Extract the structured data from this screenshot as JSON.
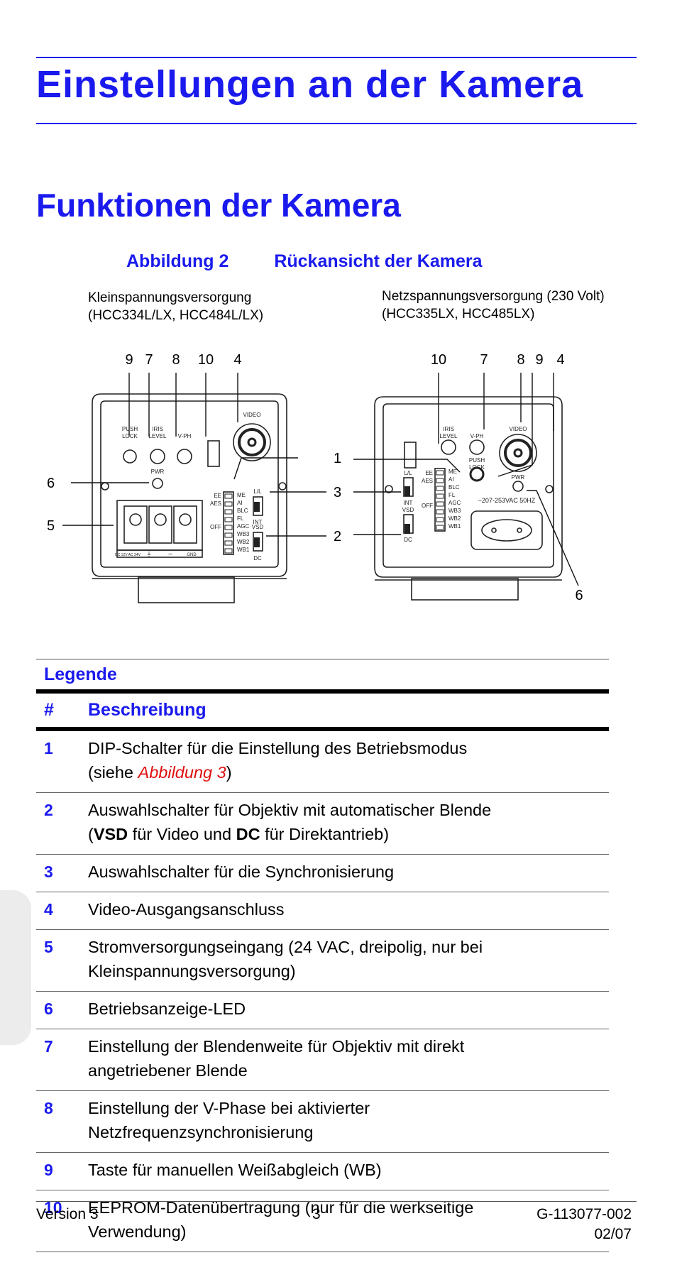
{
  "header": {
    "title": "Einstellungen an der Kamera"
  },
  "section": {
    "title": "Funktionen der Kamera"
  },
  "figure": {
    "number": "Abbildung 2",
    "caption": "Rückansicht der Kamera",
    "left": {
      "label_line1": "Kleinspannungsversorgung",
      "label_line2": "(HCC334L/LX, HCC484L/LX)",
      "callouts": [
        "9",
        "7",
        "8",
        "10",
        "4",
        "6",
        "5",
        "1",
        "3",
        "2"
      ],
      "panel_labels": {
        "push_lock": [
          "PUSH",
          "LOCK"
        ],
        "iris_level": [
          "IRIS",
          "LEVEL"
        ],
        "vph": "V-PH",
        "video": "VIDEO",
        "pwr": "PWR",
        "ee": "EE",
        "aes": "AES",
        "off": "OFF",
        "dip": [
          "ME",
          "AI",
          "BLC",
          "FL",
          "AGC",
          "WB3",
          "WB2",
          "WB1"
        ],
        "ll": "L/L",
        "int": "INT",
        "vsd": "VSD",
        "dc": "DC",
        "terminal": [
          "DC 12V AC 24V",
          "⏚",
          "∼",
          "GND"
        ]
      }
    },
    "right": {
      "label_line1": "Netzspannungsversorgung (230 Volt)",
      "label_line2": "(HCC335LX, HCC485LX)",
      "callouts": [
        "10",
        "7",
        "8",
        "9",
        "4",
        "6"
      ],
      "panel_labels": {
        "iris_level": [
          "IRIS",
          "LEVEL"
        ],
        "vph": "V-PH",
        "push_lock": [
          "PUSH",
          "LOCK"
        ],
        "video": "VIDEO",
        "pwr": "PWR",
        "ee": "EE",
        "aes": "AES",
        "off": "OFF",
        "ll": "L/L",
        "int": "INT",
        "vsd": "VSD",
        "dc": "DC",
        "dip": [
          "ME",
          "AI",
          "BLC",
          "FL",
          "AGC",
          "WB3",
          "WB2",
          "WB1"
        ],
        "voltage": "~207-253VAC 50HZ"
      }
    }
  },
  "legend": {
    "title": "Legende",
    "col_num": "#",
    "col_desc": "Beschreibung",
    "rows": [
      {
        "num": "1",
        "line1": "DIP-Schalter für die Einstellung des Betriebsmodus",
        "line2_pre": "(siehe ",
        "line2_link": "Abbildung 3",
        "line2_post": ")"
      },
      {
        "num": "2",
        "line1": "Auswahlschalter für Objektiv mit automatischer Blende",
        "p1": "(",
        "b1": "VSD",
        "p2": " für Video und ",
        "b2": "DC",
        "p3": " für Direktantrieb)"
      },
      {
        "num": "3",
        "text": "Auswahlschalter für die Synchronisierung"
      },
      {
        "num": "4",
        "text": "Video-Ausgangsanschluss"
      },
      {
        "num": "5",
        "line1": "Stromversorgungseingang (24 VAC, dreipolig, nur bei",
        "line2": "Kleinspannungsversorgung)"
      },
      {
        "num": "6",
        "text": "Betriebsanzeige-LED"
      },
      {
        "num": "7",
        "line1": "Einstellung der Blendenweite für Objektiv mit direkt",
        "line2": "angetriebener Blende"
      },
      {
        "num": "8",
        "line1": "Einstellung der V-Phase bei aktivierter",
        "line2": "Netzfrequenzsynchronisierung"
      },
      {
        "num": "9",
        "text": "Taste für manuellen Weißabgleich (WB)"
      },
      {
        "num": "10",
        "line1": "EEPROM-Datenübertragung (nur für die werkseitige",
        "line2": "Verwendung)"
      }
    ]
  },
  "footer": {
    "version": "Version 3",
    "page": "3",
    "doc_id": "G-113077-002",
    "date": "02/07"
  }
}
